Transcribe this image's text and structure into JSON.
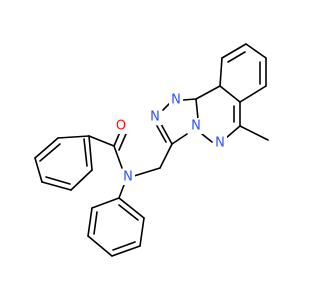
{
  "molecule": {
    "atoms": {
      "carbonyl_oxygen": {
        "symbol": "O",
        "color": "#ff0d0d"
      },
      "amide_nitrogen": {
        "symbol": "N",
        "color": "#3050f8"
      },
      "triazole_n1": {
        "symbol": "N",
        "color": "#3050f8"
      },
      "triazole_n2": {
        "symbol": "N",
        "color": "#3050f8"
      },
      "bridge_nitrogen": {
        "symbol": "N",
        "color": "#3050f8"
      },
      "phthalazine_n": {
        "symbol": "N",
        "color": "#3050f8"
      }
    },
    "bond_color": "#000000",
    "background": "#ffffff"
  }
}
